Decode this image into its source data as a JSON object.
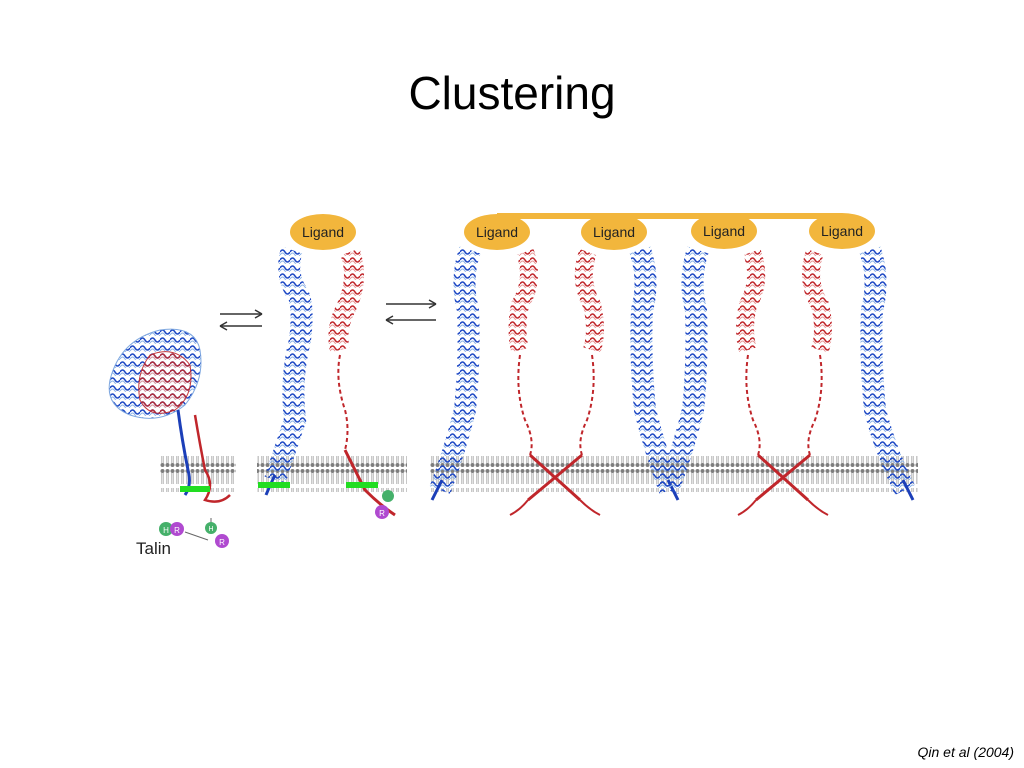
{
  "slide": {
    "title": "Clustering",
    "citation": "Qin et al (2004)"
  },
  "figure": {
    "ligand_labels": [
      "Ligand",
      "Ligand",
      "Ligand",
      "Ligand",
      "Ligand"
    ],
    "talin_label": "Talin",
    "talin_domain_labels": [
      "H",
      "R",
      "H",
      "R",
      "R"
    ],
    "colors": {
      "ligand_fill": "#f2b63c",
      "alpha_subunit": "#2a57c9",
      "beta_subunit": "#c0262b",
      "membrane": "#8a8a8a",
      "talin_head": "#45b06a",
      "talin_rod": "#b04ad0",
      "binding_site": "#22dd22"
    }
  }
}
